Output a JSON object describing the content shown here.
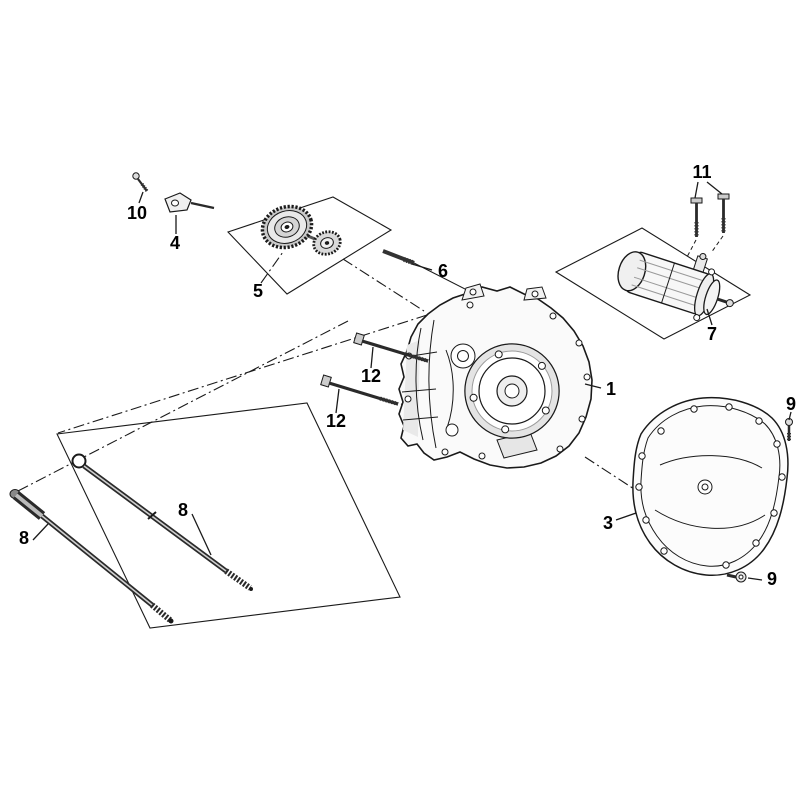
{
  "diagram": {
    "type": "exploded-parts-diagram",
    "background": "#ffffff",
    "ink": "#111111"
  },
  "labels": [
    {
      "part": "10"
    },
    {
      "part": "4"
    },
    {
      "part": "5"
    },
    {
      "part": "6"
    },
    {
      "part": "11"
    },
    {
      "part": "7"
    },
    {
      "part": "1"
    },
    {
      "part": "12"
    },
    {
      "part": "12"
    },
    {
      "part": "3"
    },
    {
      "part": "9"
    },
    {
      "part": "9"
    },
    {
      "part": "8"
    },
    {
      "part": "8"
    }
  ]
}
